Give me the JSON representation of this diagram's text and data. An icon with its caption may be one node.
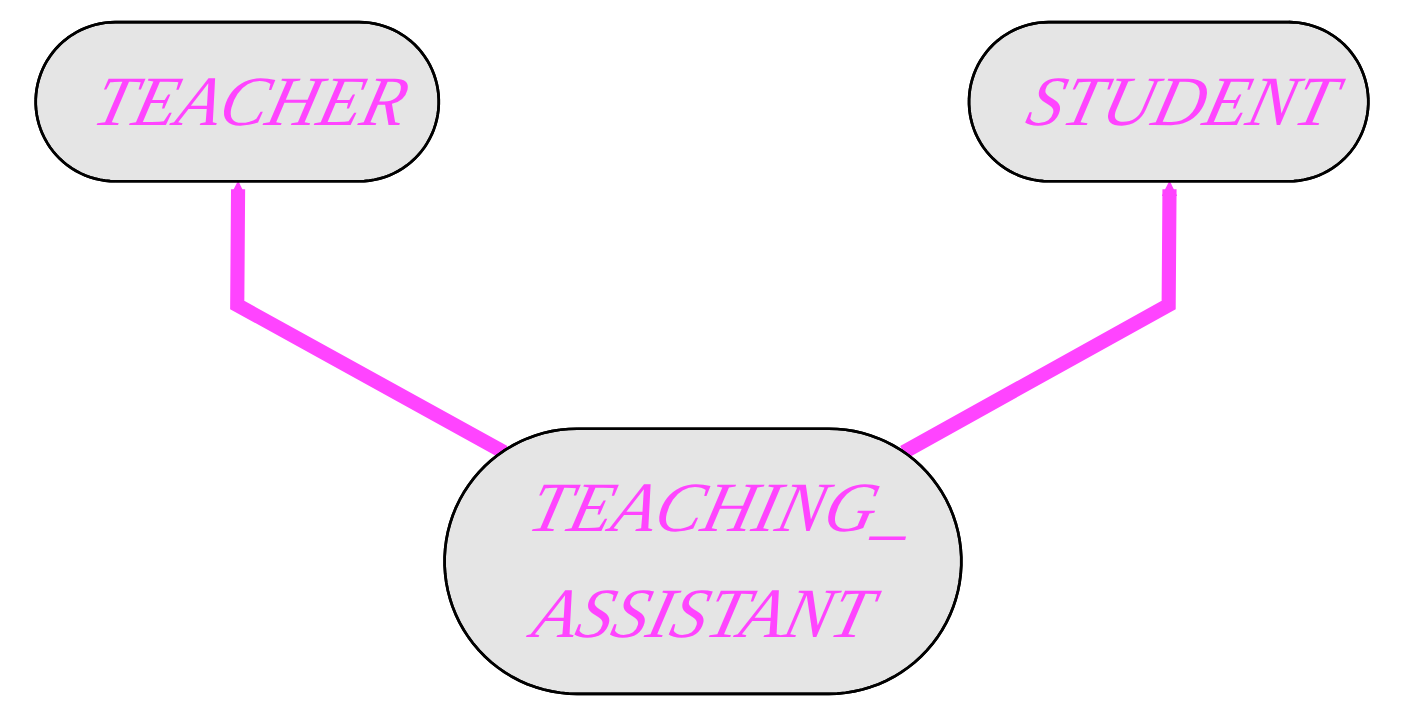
{
  "diagram": {
    "nodes": [
      {
        "text": [
          "TEACHER"
        ]
      },
      {
        "text": [
          "STUDENT"
        ]
      },
      {
        "text": [
          "TEACHING_ ASSISTANT"
        ]
      }
    ],
    "edges": [
      {
        "from": 2,
        "to": 0,
        "arrow": "to"
      },
      {
        "from": 2,
        "to": 1,
        "arrow": "to"
      }
    ]
  }
}
